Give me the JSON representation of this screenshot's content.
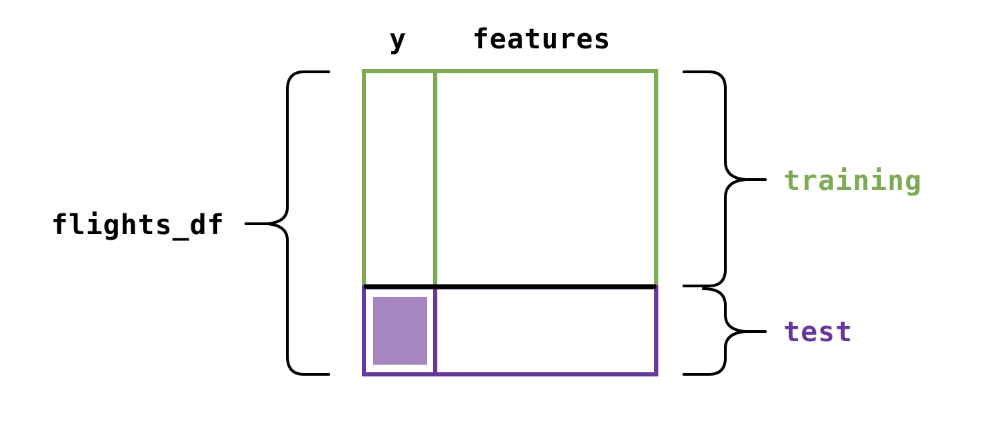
{
  "labels": {
    "y": "y",
    "features": "features",
    "dataset": "flights_df",
    "training": "training",
    "test": "test"
  },
  "colors": {
    "training": "#7eaa55",
    "test": "#67379a",
    "test_target_fill": "#a586c0",
    "text": "#000000",
    "divider": "#000000"
  }
}
